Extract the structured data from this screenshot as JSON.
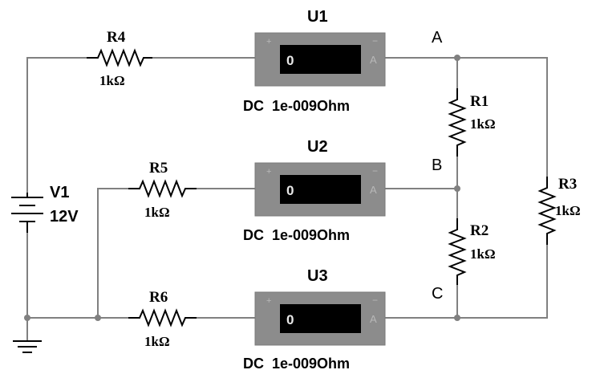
{
  "source": {
    "name": "V1",
    "value": "12V"
  },
  "resistors": [
    {
      "name": "R1",
      "value": "1kΩ"
    },
    {
      "name": "R2",
      "value": "1kΩ"
    },
    {
      "name": "R3",
      "value": "1kΩ"
    },
    {
      "name": "R4",
      "value": "1kΩ"
    },
    {
      "name": "R5",
      "value": "1kΩ"
    },
    {
      "name": "R6",
      "value": "1kΩ"
    }
  ],
  "meters": [
    {
      "name": "U1",
      "reading": "0",
      "plus": "+",
      "minus": "−",
      "unit": "A",
      "mode": "DC  1e-009Ohm"
    },
    {
      "name": "U2",
      "reading": "0",
      "plus": "+",
      "minus": "−",
      "unit": "A",
      "mode": "DC  1e-009Ohm"
    },
    {
      "name": "U3",
      "reading": "0",
      "plus": "+",
      "minus": "−",
      "unit": "A",
      "mode": "DC  1e-009Ohm"
    }
  ],
  "nodes": [
    "A",
    "B",
    "C"
  ],
  "colors": {
    "wire": "#808080",
    "meter_body": "#8c8c8c",
    "meter_screen": "#000000"
  }
}
